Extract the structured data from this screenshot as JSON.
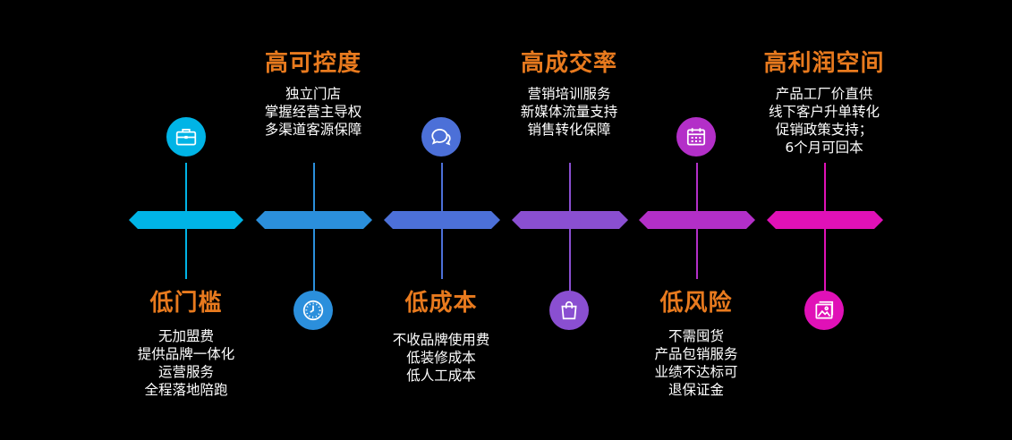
{
  "colors": {
    "title": "#e87a1e",
    "steps": [
      "#00b4e6",
      "#2b8fdc",
      "#4c70d8",
      "#8a4fd1",
      "#b32fc8",
      "#e011b7"
    ]
  },
  "top": [
    {
      "title": "高可控度",
      "lines": [
        "独立门店",
        "掌握经营主导权",
        "多渠道客源保障"
      ],
      "icon": "chat-bubbles-icon"
    },
    {
      "title": "高成交率",
      "lines": [
        "营销培训服务",
        "新媒体流量支持",
        "销售转化保障"
      ],
      "icon": "calendar-icon"
    },
    {
      "title": "高利润空间",
      "lines": [
        "产品工厂价直供",
        "线下客户升单转化",
        "促销政策支持；",
        "6个月可回本"
      ],
      "icon": "picture-frame-icon"
    }
  ],
  "bottom": [
    {
      "title": "低门槛",
      "lines": [
        "无加盟费",
        "提供品牌一体化",
        "运营服务",
        "全程落地陪跑"
      ],
      "icon": "briefcase-icon"
    },
    {
      "title": "低成本",
      "lines": [
        "不收品牌使用费",
        "低装修成本",
        "低人工成本"
      ],
      "icon": "clock-icon"
    },
    {
      "title": "低风险",
      "lines": [
        "不需囤货",
        "产品包销服务",
        "业绩不达标可",
        "退保证金"
      ],
      "icon": "shopping-bag-icon"
    }
  ]
}
